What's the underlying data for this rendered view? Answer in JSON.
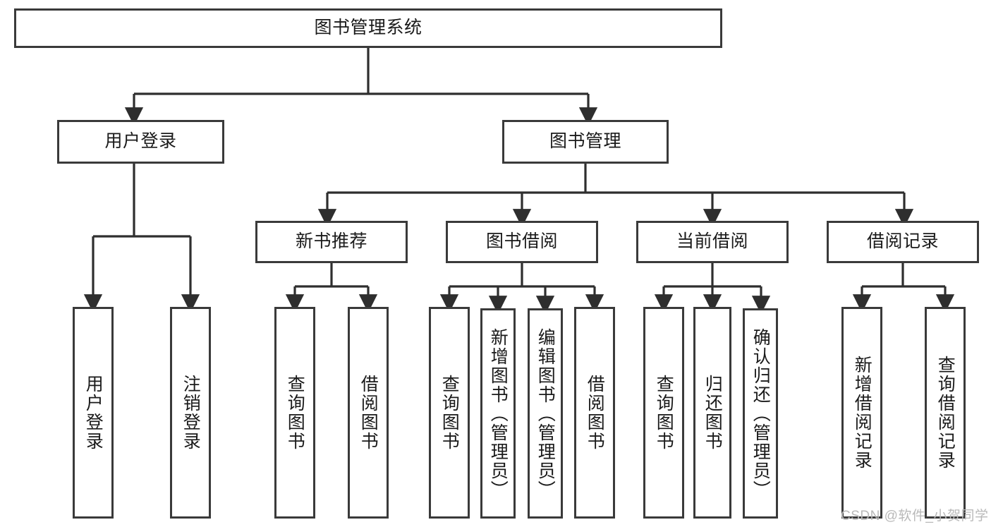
{
  "diagram": {
    "title": "图书管理系统",
    "type": "hierarchy-tree",
    "watermark": "CSDN @软件_小贺同学",
    "colors": {
      "stroke": "#3a3a3a",
      "fill": "#ffffff",
      "text": "#1a1a1a",
      "watermark": "#b9b9b9"
    },
    "levels": [
      {
        "level": 1,
        "nodes": [
          {
            "id": "root",
            "label": "图书管理系统",
            "orientation": "horizontal"
          }
        ]
      },
      {
        "level": 2,
        "nodes": [
          {
            "id": "login",
            "label": "用户登录",
            "orientation": "horizontal",
            "parent": "root"
          },
          {
            "id": "bookmgmt",
            "label": "图书管理",
            "orientation": "horizontal",
            "parent": "root"
          }
        ]
      },
      {
        "level": 3,
        "nodes": [
          {
            "id": "newbook",
            "label": "新书推荐",
            "orientation": "horizontal",
            "parent": "bookmgmt"
          },
          {
            "id": "borrow",
            "label": "图书借阅",
            "orientation": "horizontal",
            "parent": "bookmgmt"
          },
          {
            "id": "current",
            "label": "当前借阅",
            "orientation": "horizontal",
            "parent": "bookmgmt"
          },
          {
            "id": "records",
            "label": "借阅记录",
            "orientation": "horizontal",
            "parent": "bookmgmt"
          }
        ]
      },
      {
        "level": 4,
        "nodes": [
          {
            "id": "leaf1",
            "label": "用户登录",
            "orientation": "vertical",
            "parent": "login"
          },
          {
            "id": "leaf2",
            "label": "注销登录",
            "orientation": "vertical",
            "parent": "login"
          },
          {
            "id": "leaf3",
            "label": "查询图书",
            "orientation": "vertical",
            "parent": "newbook"
          },
          {
            "id": "leaf4",
            "label": "借阅图书",
            "orientation": "vertical",
            "parent": "newbook"
          },
          {
            "id": "leaf5",
            "label": "查询图书",
            "orientation": "vertical",
            "parent": "borrow"
          },
          {
            "id": "leaf6",
            "label": "新增图书（管理员）",
            "orientation": "vertical",
            "parent": "borrow"
          },
          {
            "id": "leaf7",
            "label": "编辑图书（管理员）",
            "orientation": "vertical",
            "parent": "borrow"
          },
          {
            "id": "leaf8",
            "label": "借阅图书",
            "orientation": "vertical",
            "parent": "borrow"
          },
          {
            "id": "leaf9",
            "label": "查询图书",
            "orientation": "vertical",
            "parent": "current"
          },
          {
            "id": "leaf10",
            "label": "归还图书",
            "orientation": "vertical",
            "parent": "current"
          },
          {
            "id": "leaf11",
            "label": "确认归还（管理员）",
            "orientation": "vertical",
            "parent": "current"
          },
          {
            "id": "leaf12",
            "label": "新增借阅记录",
            "orientation": "vertical",
            "parent": "records"
          },
          {
            "id": "leaf13",
            "label": "查询借阅记录",
            "orientation": "vertical",
            "parent": "records"
          }
        ]
      }
    ]
  }
}
